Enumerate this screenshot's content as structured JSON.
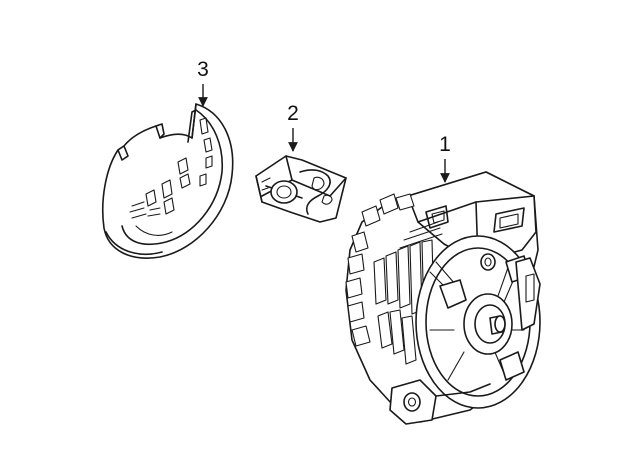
{
  "callouts": [
    {
      "id": "alternator",
      "label": "1"
    },
    {
      "id": "regulator",
      "label": "2"
    },
    {
      "id": "shield",
      "label": "3"
    }
  ]
}
